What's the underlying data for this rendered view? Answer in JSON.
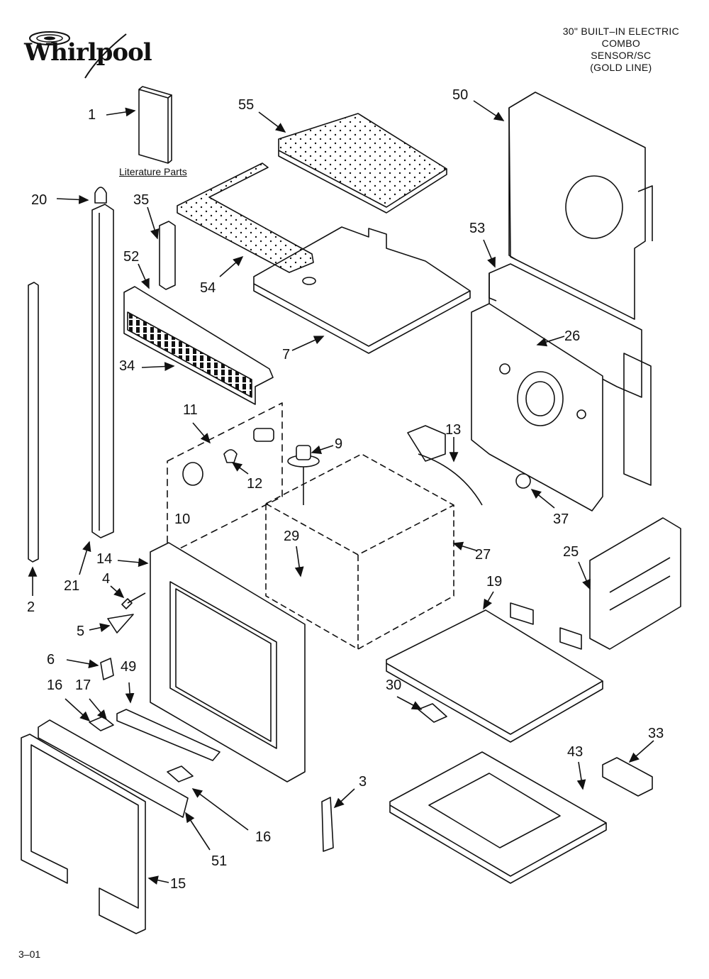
{
  "brand": {
    "name": "Whirlpool"
  },
  "title": {
    "line1": "30\" BUILT–IN ELECTRIC",
    "line2": "COMBO",
    "line3": "SENSOR/SC",
    "line4": "(GOLD LINE)"
  },
  "literature_label": "Literature Parts",
  "callouts": {
    "c1": "1",
    "c20": "20",
    "c35": "35",
    "c52": "52",
    "c55": "55",
    "c54": "54",
    "c50": "50",
    "c53": "53",
    "c7": "7",
    "c34": "34",
    "c26": "26",
    "c11": "11",
    "c9": "9",
    "c13": "13",
    "c12": "12",
    "c10": "10",
    "c37": "37",
    "c29": "29",
    "c27": "27",
    "c14": "14",
    "c25": "25",
    "c21": "21",
    "c4": "4",
    "c2": "2",
    "c19": "19",
    "c5": "5",
    "c6": "6",
    "c49": "49",
    "c16a": "16",
    "c17": "17",
    "c30": "30",
    "c33": "33",
    "c43": "43",
    "c3": "3",
    "c16b": "16",
    "c51": "51",
    "c15": "15"
  },
  "footer": {
    "code": "3–01"
  },
  "colors": {
    "ink": "#111111",
    "paper": "#ffffff"
  }
}
